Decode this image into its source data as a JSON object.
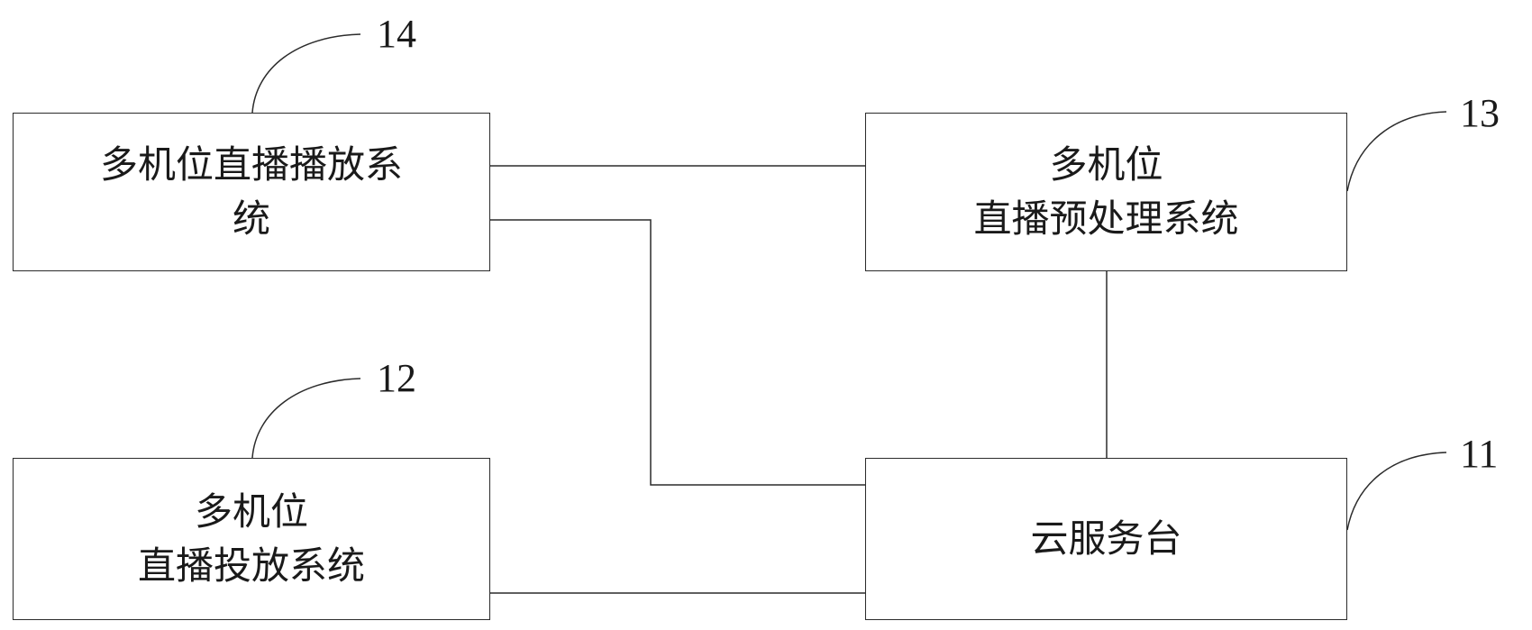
{
  "diagram": {
    "boxes": {
      "playback": {
        "ref": "14",
        "lines": [
          "多机位直播播放系",
          "统"
        ]
      },
      "preprocess": {
        "ref": "13",
        "lines": [
          "多机位",
          "直播预处理系统"
        ]
      },
      "delivery": {
        "ref": "12",
        "lines": [
          "多机位",
          "直播投放系统"
        ]
      },
      "cloud": {
        "ref": "11",
        "lines": [
          "云服务台"
        ]
      }
    }
  }
}
